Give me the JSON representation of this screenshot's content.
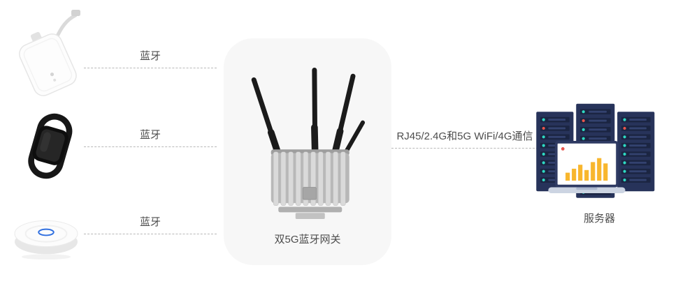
{
  "devices": [
    {
      "id": "bluetooth-card-tag",
      "link_label": "蓝牙"
    },
    {
      "id": "bluetooth-wristband",
      "link_label": "蓝牙"
    },
    {
      "id": "bluetooth-beacon",
      "link_label": "蓝牙"
    }
  ],
  "gateway": {
    "label": "双5G蓝牙网关"
  },
  "uplink": {
    "label": "RJ45/2.4G和5G WiFi/4G通信"
  },
  "server": {
    "label": "服务器"
  },
  "colors": {
    "text_color": "#4d4d4d",
    "dash_color": "#b8b8b8",
    "panel_bg": "#f7f7f7",
    "server_body": "#27335a",
    "led_teal": "#2ed9c3",
    "led_red": "#e8554d",
    "chart_bar": "#f8b62d"
  }
}
